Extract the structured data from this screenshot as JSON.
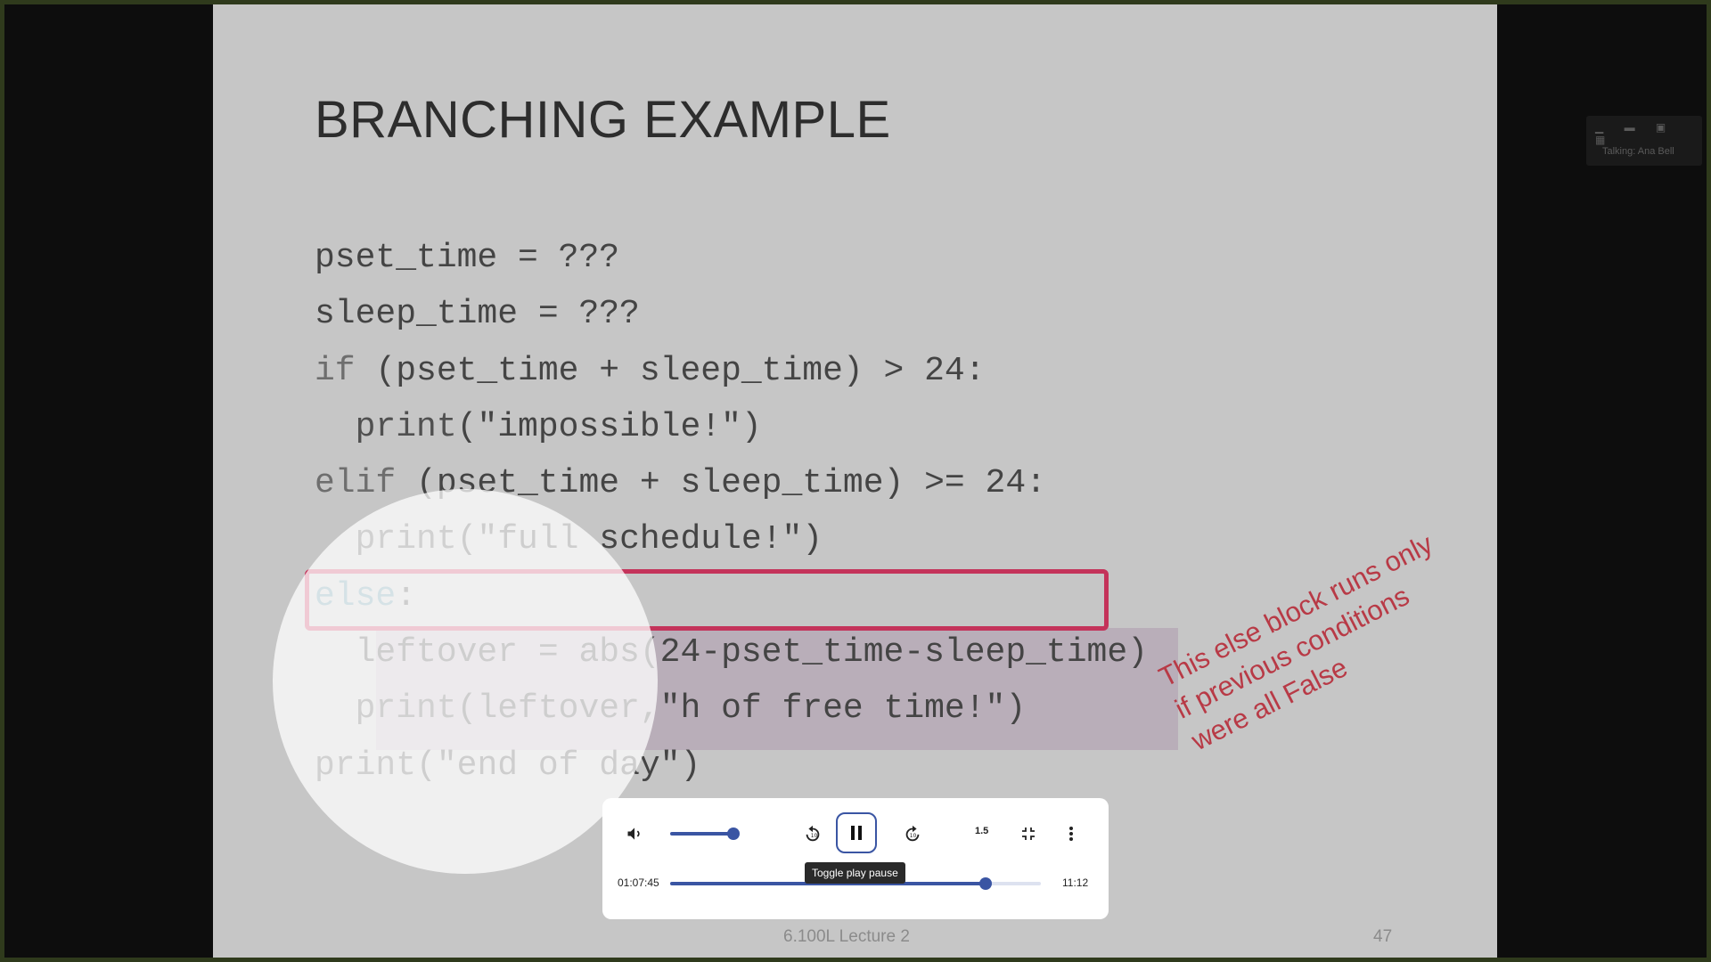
{
  "slide": {
    "title": "BRANCHING EXAMPLE",
    "code": {
      "line1": "pset_time = ???",
      "line2": "sleep_time = ???",
      "line3_kw": "if",
      "line3_rest": " (pset_time + sleep_time) > 24:",
      "line4_fn": "print",
      "line4_rest": "(\"impossible!\")",
      "line5_kw": "elif",
      "line5_rest": " (pset_time + sleep_time) >= 24:",
      "line6_fn": "print",
      "line6_rest": "(\"full schedule!\")",
      "line7_kw": "else",
      "line7_rest": ":",
      "line8": "leftover = abs(24-pset_time-sleep_time)",
      "line9_fn": "print",
      "line9_rest": "(leftover,\"h of free time!\")",
      "line10_fn": "print",
      "line10_rest": "(\"end of day\")"
    },
    "annotation": {
      "line1": "This else block runs only",
      "line2": "if previous conditions",
      "line3": "were all False"
    },
    "footer": "6.100L Lecture 2",
    "page_number": "47"
  },
  "mini_toolbar": {
    "label": "Talking: Ana Bell"
  },
  "player": {
    "volume_level": 0.62,
    "play_tooltip": "Toggle play pause",
    "speed": "1.5",
    "current_time": "01:07:45",
    "total_time": "11:12",
    "progress": 0.85,
    "accent_color": "#3a55a3"
  }
}
